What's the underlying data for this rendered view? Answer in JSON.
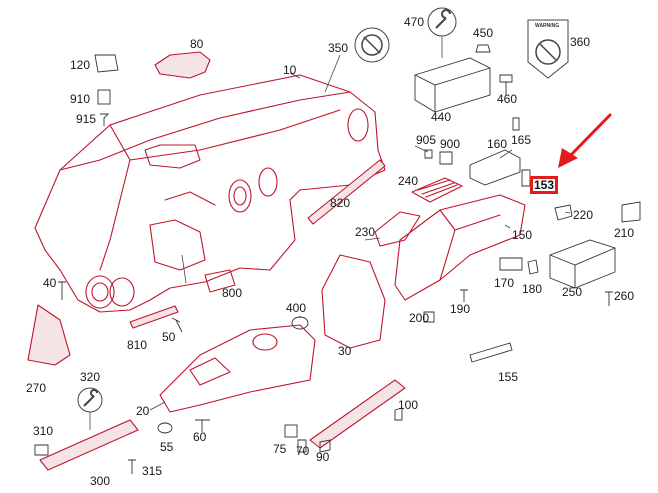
{
  "labels": {
    "l10": "10",
    "l20": "20",
    "l30": "30",
    "l40": "40",
    "l50": "50",
    "l55": "55",
    "l60": "60",
    "l70": "70",
    "l75": "75",
    "l80": "80",
    "l90": "90",
    "l100": "100",
    "l120": "120",
    "l150": "150",
    "l153": "153",
    "l155": "155",
    "l160": "160",
    "l165": "165",
    "l170": "170",
    "l180": "180",
    "l190": "190",
    "l200": "200",
    "l210": "210",
    "l220": "220",
    "l230": "230",
    "l240": "240",
    "l250": "250",
    "l260": "260",
    "l270": "270",
    "l300": "300",
    "l310": "310",
    "l315": "315",
    "l320": "320",
    "l350": "350",
    "l360": "360",
    "l400": "400",
    "l440": "440",
    "l450": "450",
    "l460": "460",
    "l470": "470",
    "l800": "800",
    "l810": "810",
    "l820": "820",
    "l900": "900",
    "l905": "905",
    "l910": "910",
    "l915": "915"
  },
  "warning_label": {
    "text": "WARNING"
  },
  "colors": {
    "part_outline": "#c0142a",
    "highlight": "#e21b1b",
    "arrow": "#e21b1b"
  },
  "icons": {
    "wrench": "wrench-icon",
    "no_symbol": "no-symbol-icon",
    "arrow": "pointer-arrow-icon"
  }
}
